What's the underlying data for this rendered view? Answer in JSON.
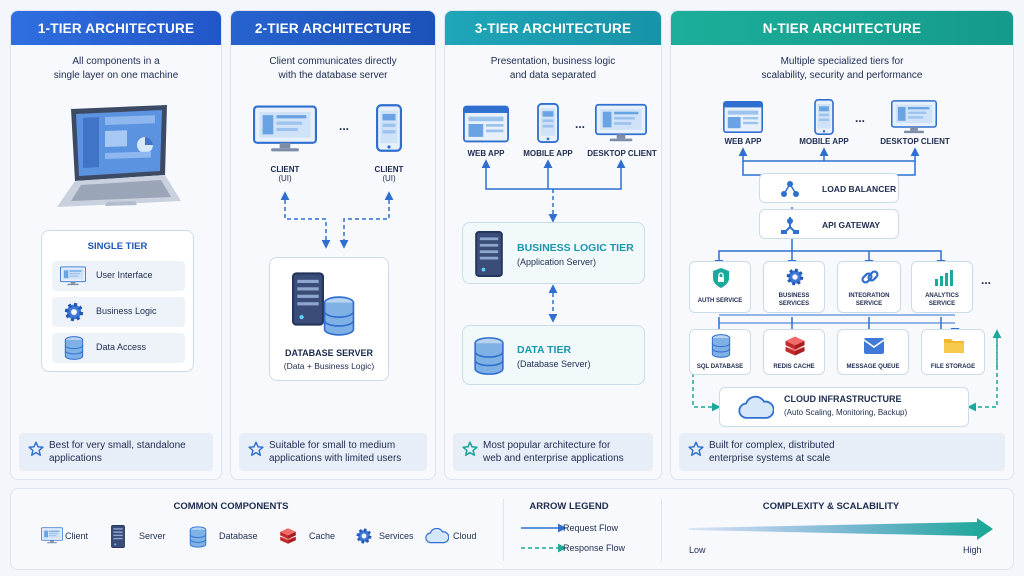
{
  "tier1": {
    "title": "1-TIER ARCHITECTURE",
    "desc1": "All components in a",
    "desc2": "single layer on one machine",
    "box_title": "SINGLE TIER",
    "items": [
      "User Interface",
      "Business Logic",
      "Data Access"
    ],
    "foot1": "Best for very small, standalone",
    "foot2": "applications",
    "color": "#2563d6"
  },
  "tier2": {
    "title": "2-TIER ARCHITECTURE",
    "desc1": "Client communicates directly",
    "desc2": "with the database server",
    "client1": "CLIENT",
    "client1_sub": "(UI)",
    "client2": "CLIENT",
    "client2_sub": "(UI)",
    "ellipsis": "...",
    "db_title": "DATABASE SERVER",
    "db_sub": "(Data + Business Logic)",
    "foot1": "Suitable for small to medium",
    "foot2": "applications with limited users",
    "color": "#1e5fc9"
  },
  "tier3": {
    "title": "3-TIER ARCHITECTURE",
    "desc1": "Presentation, business logic",
    "desc2": "and data separated",
    "clients": [
      "WEB APP",
      "MOBILE APP",
      "DESKTOP CLIENT"
    ],
    "ellipsis": "...",
    "logic_title": "BUSINESS LOGIC TIER",
    "logic_sub": "(Application Server)",
    "data_title": "DATA TIER",
    "data_sub": "(Database Server)",
    "foot1": "Most popular architecture for",
    "foot2": "web and enterprise applications",
    "color": "#1a9bb0"
  },
  "tierN": {
    "title": "N-TIER ARCHITECTURE",
    "desc1": "Multiple specialized tiers for",
    "desc2": "scalability, security and performance",
    "clients": [
      "WEB APP",
      "MOBILE APP",
      "DESKTOP CLIENT"
    ],
    "ellipsis": "...",
    "load_balancer": "LOAD BALANCER",
    "api_gateway": "API GATEWAY",
    "services": [
      {
        "l1": "AUTH SERVICE",
        "l2": ""
      },
      {
        "l1": "BUSINESS",
        "l2": "SERVICES"
      },
      {
        "l1": "INTEGRATION",
        "l2": "SERVICE"
      },
      {
        "l1": "ANALYTICS",
        "l2": "SERVICE"
      }
    ],
    "stores": [
      "SQL DATABASE",
      "REDIS CACHE",
      "MESSAGE QUEUE",
      "FILE STORAGE"
    ],
    "cloud_title": "CLOUD INFRASTRUCTURE",
    "cloud_sub": "(Auto Scaling, Monitoring, Backup)",
    "foot1": "Built for complex, distributed",
    "foot2": "enterprise systems at scale",
    "color": "#17a894"
  },
  "common": {
    "title": "COMMON COMPONENTS",
    "items": [
      "Client",
      "Server",
      "Database",
      "Cache",
      "Services",
      "Cloud"
    ]
  },
  "arrows": {
    "title": "ARROW LEGEND",
    "request": "Request Flow",
    "response": "Response Flow"
  },
  "complexity": {
    "title": "COMPLEXITY & SCALABILITY",
    "low": "Low",
    "high": "High"
  },
  "colors": {
    "blue": "#2f6fd0",
    "teal": "#1aa99a",
    "red": "#d8323a"
  }
}
